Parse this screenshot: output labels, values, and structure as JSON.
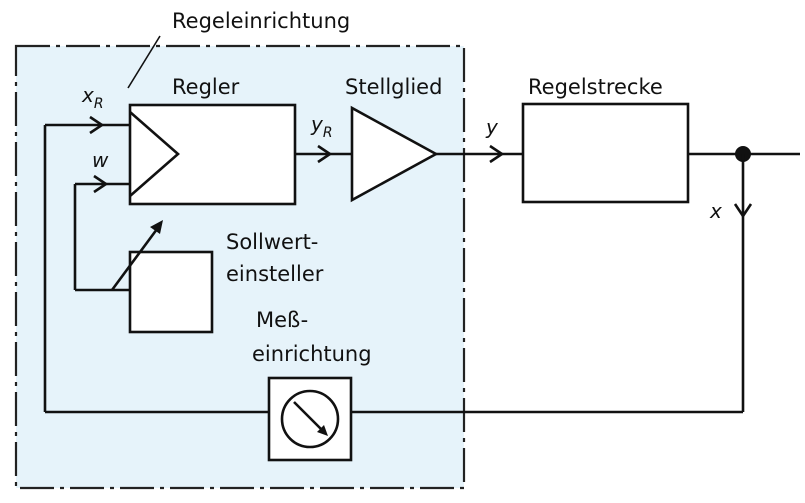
{
  "colors": {
    "region_fill": "#e6f3fa",
    "region_border": "#222222",
    "line": "#111111",
    "block_fill": "#ffffff",
    "junction": "#111111"
  },
  "labels": {
    "regeleinrichtung": "Regeleinrichtung",
    "regler": "Regler",
    "stellglied": "Stellglied",
    "regelstrecke": "Regelstrecke",
    "sollwerteinsteller_line1": "Sollwert-",
    "sollwerteinsteller_line2": "einsteller",
    "messeinrichtung_line1": "Meß-",
    "messeinrichtung_line2": "einrichtung"
  },
  "signals": {
    "xR_base": "x",
    "xR_sub": "R",
    "w": "w",
    "yR_base": "y",
    "yR_sub": "R",
    "y": "y",
    "x": "x"
  },
  "icons": {
    "comparator": "comparator-triangle-icon",
    "actuator": "amplifier-triangle-icon",
    "setpoint": "adjustable-arrow-icon",
    "meter": "dial-gauge-icon",
    "junction": "junction-dot-icon"
  }
}
